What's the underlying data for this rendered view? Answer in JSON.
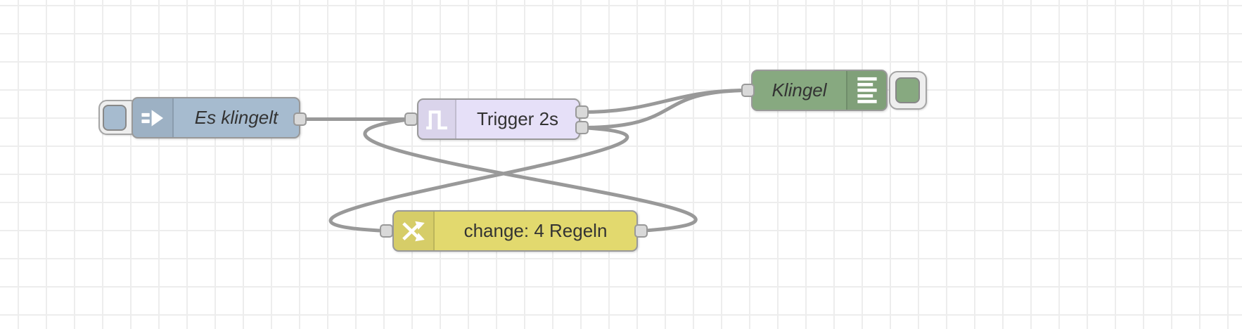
{
  "canvas": {
    "background_color": "#ffffff",
    "grid_color": "#ededed",
    "grid_size": 40,
    "wire_color": "#999999",
    "port_color": "#d9d9d9"
  },
  "nodes": {
    "inject": {
      "type": "inject",
      "label": "Es klingelt",
      "color": "#a6bbcf",
      "icon": "inject-arrow-icon",
      "has_button": true
    },
    "trigger": {
      "type": "trigger",
      "label": "Trigger 2s",
      "color": "#e6e0f8",
      "icon": "trigger-pulse-icon",
      "outputs": 2
    },
    "change": {
      "type": "change",
      "label": "change: 4 Regeln",
      "color": "#e2d96e",
      "icon": "change-swap-icon"
    },
    "debug": {
      "type": "debug",
      "label": "Klingel",
      "color": "#87a980",
      "icon": "debug-lines-icon",
      "has_button": true
    }
  },
  "wires": [
    {
      "from": "inject",
      "to": "trigger"
    },
    {
      "from": "trigger.output1",
      "to": "debug"
    },
    {
      "from": "trigger.output2",
      "to": "debug"
    },
    {
      "from": "trigger.output2",
      "to": "change"
    },
    {
      "from": "change",
      "to": "trigger"
    }
  ]
}
